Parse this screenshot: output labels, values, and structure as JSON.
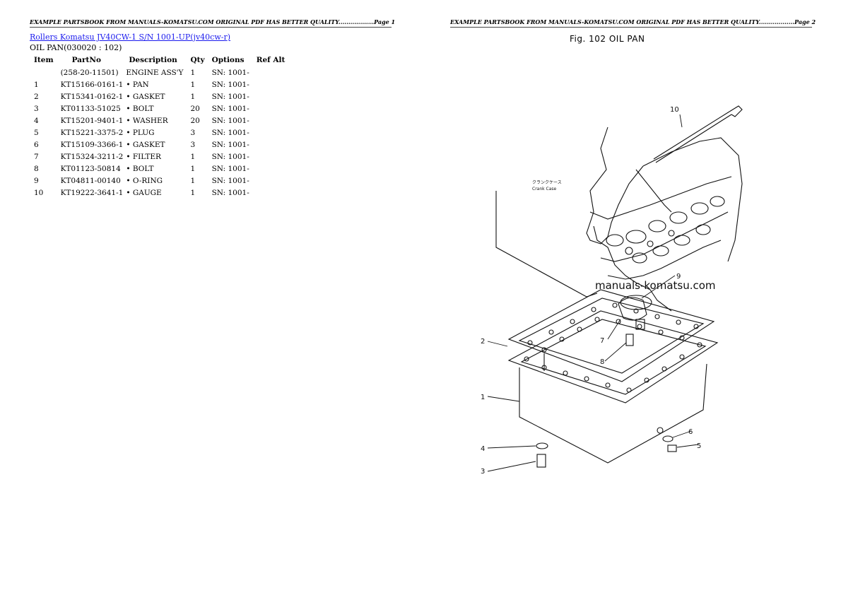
{
  "page1": {
    "header": "EXAMPLE PARTSBOOK FROM MANUALS-KOMATSU.COM ORIGINAL PDF HAS BETTER QUALITY..................Page 1",
    "title_link": "Rollers Komatsu JV40CW-1 S/N 1001-UP(jv40cw-r)",
    "subtitle": "OIL PAN(030020 : 102)",
    "columns": [
      "Item",
      "PartNo",
      "Description",
      "Qty",
      "Options",
      "Ref Alt"
    ],
    "rows": [
      {
        "item": "",
        "partno": "(258-20-11501)",
        "desc": "ENGINE ASS'Y",
        "qty": "1",
        "options": "SN: 1001-"
      },
      {
        "item": "1",
        "partno": "KT15166-0161-1",
        "desc": "• PAN",
        "qty": "1",
        "options": "SN: 1001-"
      },
      {
        "item": "2",
        "partno": "KT15341-0162-1",
        "desc": "• GASKET",
        "qty": "1",
        "options": "SN: 1001-"
      },
      {
        "item": "3",
        "partno": "KT01133-51025",
        "desc": "• BOLT",
        "qty": "20",
        "options": "SN: 1001-"
      },
      {
        "item": "4",
        "partno": "KT15201-9401-1",
        "desc": "• WASHER",
        "qty": "20",
        "options": "SN: 1001-"
      },
      {
        "item": "5",
        "partno": "KT15221-3375-2",
        "desc": "• PLUG",
        "qty": "3",
        "options": "SN: 1001-"
      },
      {
        "item": "6",
        "partno": "KT15109-3366-1",
        "desc": "• GASKET",
        "qty": "3",
        "options": "SN: 1001-"
      },
      {
        "item": "7",
        "partno": "KT15324-3211-2",
        "desc": "• FILTER",
        "qty": "1",
        "options": "SN: 1001-"
      },
      {
        "item": "8",
        "partno": "KT01123-50814",
        "desc": "• BOLT",
        "qty": "1",
        "options": "SN: 1001-"
      },
      {
        "item": "9",
        "partno": "KT04811-00140",
        "desc": "• O-RING",
        "qty": "1",
        "options": "SN: 1001-"
      },
      {
        "item": "10",
        "partno": "KT19222-3641-1",
        "desc": "• GAUGE",
        "qty": "1",
        "options": "SN: 1001-"
      }
    ]
  },
  "page2": {
    "header": "EXAMPLE PARTSBOOK FROM MANUALS-KOMATSU.COM ORIGINAL PDF HAS BETTER QUALITY..................Page 2",
    "figure_title": "Fig. 102  OIL  PAN",
    "watermark": "manuals-komatsu.com",
    "callouts": [
      "1",
      "2",
      "3",
      "4",
      "5",
      "6",
      "7",
      "8",
      "9",
      "10"
    ],
    "crank_case_label": "Crank Case",
    "crank_case_jp": "クランクケース"
  }
}
